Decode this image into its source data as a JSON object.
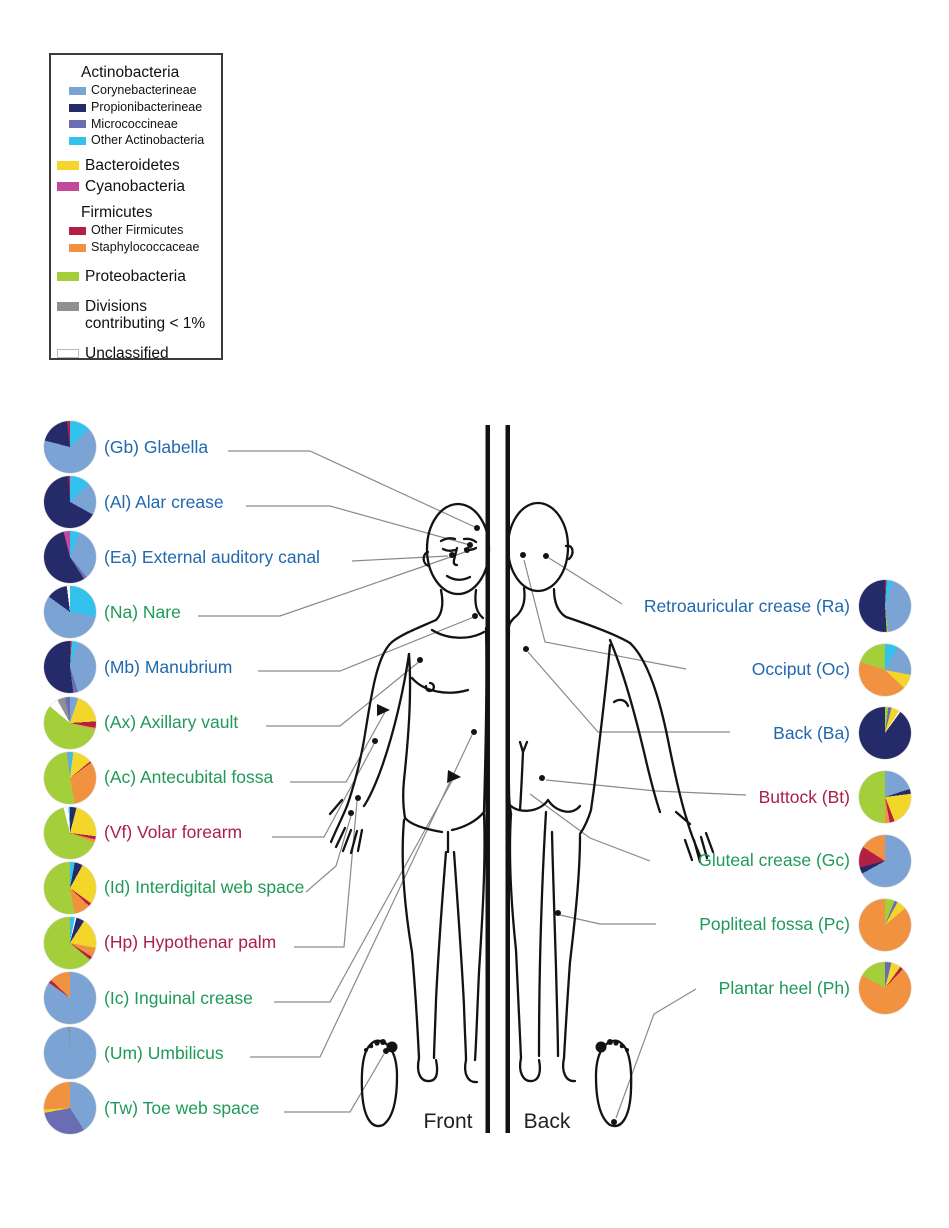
{
  "legend": {
    "items": [
      {
        "label": "Actinobacteria",
        "type": "header"
      },
      {
        "label": "Corynebacterineae",
        "color": "#7ba3d4"
      },
      {
        "label": "Propionibacterineae",
        "color": "#252a69"
      },
      {
        "label": "Micrococcineae",
        "color": "#6a6db3"
      },
      {
        "label": "Other Actinobacteria",
        "color": "#33c1ee"
      },
      {
        "label": "Bacteroidetes",
        "color": "#f4d62a"
      },
      {
        "label": "Cyanobacteria",
        "color": "#c2499c"
      },
      {
        "label": "Firmicutes",
        "type": "header"
      },
      {
        "label": "Other Firmicutes",
        "color": "#b22045"
      },
      {
        "label": "Staphylococcaceae",
        "color": "#f19240"
      },
      {
        "label": "Proteobacteria",
        "color": "#a4cf3b"
      },
      {
        "label": "Divisions contributing < 1%",
        "line1": "Divisions",
        "line2": "contributing < 1%",
        "color": "#8f9093"
      },
      {
        "label": "Unclassified",
        "color": "#ffffff"
      }
    ]
  },
  "taxa_colors": {
    "coryne": "#7ba3d4",
    "propio": "#252a69",
    "micro": "#6a6db3",
    "other_actino": "#33c1ee",
    "bacteroidetes": "#f4d62a",
    "cyano": "#c2499c",
    "other_firm": "#b22045",
    "staph": "#f19240",
    "proteo": "#a4cf3b",
    "lt1": "#8f9093",
    "unclassified": "#ffffff"
  },
  "label_palette": {
    "blue": "#2268ae",
    "green": "#1f9a58",
    "red": "#aa2146"
  },
  "figure": {
    "front_label": "Front",
    "back_label": "Back"
  },
  "chart_data": {
    "type": "pie",
    "note_units": "percent of community per body site",
    "sites": [
      {
        "code": "Gb",
        "display": "(Gb) Glabella",
        "column": "left",
        "category": "blue",
        "slices": [
          {
            "taxon": "other_actino",
            "pct": 13
          },
          {
            "taxon": "coryne",
            "pct": 66
          },
          {
            "taxon": "propio",
            "pct": 19
          },
          {
            "taxon": "other_firm",
            "pct": 2
          }
        ]
      },
      {
        "code": "Al",
        "display": "(Al) Alar crease",
        "column": "left",
        "category": "blue",
        "slices": [
          {
            "taxon": "other_actino",
            "pct": 13
          },
          {
            "taxon": "coryne",
            "pct": 20
          },
          {
            "taxon": "propio",
            "pct": 66
          },
          {
            "taxon": "other_firm",
            "pct": 1
          }
        ]
      },
      {
        "code": "Ea",
        "display": "(Ea) External auditory canal",
        "column": "left",
        "category": "blue",
        "slices": [
          {
            "taxon": "other_actino",
            "pct": 6
          },
          {
            "taxon": "coryne",
            "pct": 33
          },
          {
            "taxon": "micro",
            "pct": 2
          },
          {
            "taxon": "propio",
            "pct": 55
          },
          {
            "taxon": "cyano",
            "pct": 4
          }
        ]
      },
      {
        "code": "Na",
        "display": "(Na) Nare",
        "column": "left",
        "category": "green",
        "slices": [
          {
            "taxon": "other_actino",
            "pct": 28
          },
          {
            "taxon": "coryne",
            "pct": 57
          },
          {
            "taxon": "propio",
            "pct": 13
          },
          {
            "taxon": "unclassified",
            "pct": 2
          }
        ]
      },
      {
        "code": "Mb",
        "display": "(Mb) Manubrium",
        "column": "left",
        "category": "blue",
        "slices": [
          {
            "taxon": "other_firm",
            "pct": 1
          },
          {
            "taxon": "other_actino",
            "pct": 4
          },
          {
            "taxon": "coryne",
            "pct": 40
          },
          {
            "taxon": "micro",
            "pct": 3
          },
          {
            "taxon": "propio",
            "pct": 52
          }
        ]
      },
      {
        "code": "Ax",
        "display": "(Ax) Axillary vault",
        "column": "left",
        "category": "green",
        "slices": [
          {
            "taxon": "coryne",
            "pct": 5
          },
          {
            "taxon": "bacteroidetes",
            "pct": 19
          },
          {
            "taxon": "other_firm",
            "pct": 4
          },
          {
            "taxon": "staph",
            "pct": 1
          },
          {
            "taxon": "proteo",
            "pct": 57
          },
          {
            "taxon": "unclassified",
            "pct": 6
          },
          {
            "taxon": "lt1",
            "pct": 5
          },
          {
            "taxon": "micro",
            "pct": 3
          }
        ]
      },
      {
        "code": "Ac",
        "display": "(Ac) Antecubital fossa",
        "column": "left",
        "category": "green",
        "slices": [
          {
            "taxon": "other_actino",
            "pct": 2
          },
          {
            "taxon": "bacteroidetes",
            "pct": 12
          },
          {
            "taxon": "other_firm",
            "pct": 1
          },
          {
            "taxon": "staph",
            "pct": 32
          },
          {
            "taxon": "proteo",
            "pct": 51
          },
          {
            "taxon": "coryne",
            "pct": 2
          }
        ]
      },
      {
        "code": "Vf",
        "display": "(Vf) Volar forearm",
        "column": "left",
        "category": "red",
        "slices": [
          {
            "taxon": "propio",
            "pct": 4
          },
          {
            "taxon": "bacteroidetes",
            "pct": 23
          },
          {
            "taxon": "other_firm",
            "pct": 2
          },
          {
            "taxon": "staph",
            "pct": 2
          },
          {
            "taxon": "proteo",
            "pct": 65
          },
          {
            "taxon": "unclassified",
            "pct": 3
          },
          {
            "taxon": "other_actino",
            "pct": 1
          }
        ]
      },
      {
        "code": "Id",
        "display": "(Id) Interdigital web space",
        "column": "left",
        "category": "green",
        "slices": [
          {
            "taxon": "other_actino",
            "pct": 3
          },
          {
            "taxon": "propio",
            "pct": 5
          },
          {
            "taxon": "bacteroidetes",
            "pct": 27
          },
          {
            "taxon": "other_firm",
            "pct": 2
          },
          {
            "taxon": "staph",
            "pct": 10
          },
          {
            "taxon": "proteo",
            "pct": 53
          }
        ]
      },
      {
        "code": "Hp",
        "display": "(Hp) Hypothenar palm",
        "column": "left",
        "category": "red",
        "slices": [
          {
            "taxon": "other_actino",
            "pct": 3
          },
          {
            "taxon": "unclassified",
            "pct": 1
          },
          {
            "taxon": "propio",
            "pct": 5
          },
          {
            "taxon": "bacteroidetes",
            "pct": 19
          },
          {
            "taxon": "staph",
            "pct": 6
          },
          {
            "taxon": "other_firm",
            "pct": 2
          },
          {
            "taxon": "proteo",
            "pct": 64
          }
        ]
      },
      {
        "code": "Ic",
        "display": "(Ic) Inguinal crease",
        "column": "left",
        "category": "green",
        "slices": [
          {
            "taxon": "coryne",
            "pct": 85
          },
          {
            "taxon": "other_firm",
            "pct": 2
          },
          {
            "taxon": "staph",
            "pct": 13
          }
        ]
      },
      {
        "code": "Um",
        "display": "(Um) Umbilicus",
        "column": "left",
        "category": "green",
        "slices": [
          {
            "taxon": "coryne",
            "pct": 99
          },
          {
            "taxon": "lt1",
            "pct": 1
          }
        ]
      },
      {
        "code": "Tw",
        "display": "(Tw) Toe web space",
        "column": "left",
        "category": "green",
        "slices": [
          {
            "taxon": "coryne",
            "pct": 41
          },
          {
            "taxon": "micro",
            "pct": 31
          },
          {
            "taxon": "bacteroidetes",
            "pct": 2
          },
          {
            "taxon": "staph",
            "pct": 26
          }
        ]
      },
      {
        "code": "Ra",
        "display": "Retroauricular crease (Ra)",
        "column": "right",
        "category": "blue",
        "slices": [
          {
            "taxon": "other_firm",
            "pct": 1
          },
          {
            "taxon": "other_actino",
            "pct": 4
          },
          {
            "taxon": "coryne",
            "pct": 43
          },
          {
            "taxon": "proteo",
            "pct": 1
          },
          {
            "taxon": "propio",
            "pct": 51
          }
        ]
      },
      {
        "code": "Oc",
        "display": "Occiput (Oc)",
        "column": "right",
        "category": "blue",
        "slices": [
          {
            "taxon": "other_actino",
            "pct": 8
          },
          {
            "taxon": "coryne",
            "pct": 20
          },
          {
            "taxon": "bacteroidetes",
            "pct": 9
          },
          {
            "taxon": "staph",
            "pct": 43
          },
          {
            "taxon": "proteo",
            "pct": 20
          }
        ]
      },
      {
        "code": "Ba",
        "display": "Back (Ba)",
        "column": "right",
        "category": "blue",
        "slices": [
          {
            "taxon": "proteo",
            "pct": 2
          },
          {
            "taxon": "micro",
            "pct": 2
          },
          {
            "taxon": "bacteroidetes",
            "pct": 5
          },
          {
            "taxon": "unclassified",
            "pct": 1
          },
          {
            "taxon": "propio",
            "pct": 90
          }
        ]
      },
      {
        "code": "Bt",
        "display": "Buttock (Bt)",
        "column": "right",
        "category": "red",
        "slices": [
          {
            "taxon": "coryne",
            "pct": 20
          },
          {
            "taxon": "propio",
            "pct": 3
          },
          {
            "taxon": "bacteroidetes",
            "pct": 21
          },
          {
            "taxon": "other_firm",
            "pct": 3
          },
          {
            "taxon": "staph",
            "pct": 3
          },
          {
            "taxon": "proteo",
            "pct": 50
          }
        ]
      },
      {
        "code": "Gc",
        "display": "Gluteal crease (Gc)",
        "column": "right",
        "category": "green",
        "slices": [
          {
            "taxon": "coryne",
            "pct": 67
          },
          {
            "taxon": "propio",
            "pct": 4
          },
          {
            "taxon": "other_firm",
            "pct": 13
          },
          {
            "taxon": "staph",
            "pct": 16
          }
        ]
      },
      {
        "code": "Pc",
        "display": "Popliteal fossa (Pc)",
        "column": "right",
        "category": "green",
        "slices": [
          {
            "taxon": "proteo",
            "pct": 6
          },
          {
            "taxon": "micro",
            "pct": 2
          },
          {
            "taxon": "bacteroidetes",
            "pct": 6
          },
          {
            "taxon": "staph",
            "pct": 86
          }
        ]
      },
      {
        "code": "Ph",
        "display": "Plantar heel (Ph)",
        "column": "right",
        "category": "green",
        "slices": [
          {
            "taxon": "micro",
            "pct": 4
          },
          {
            "taxon": "bacteroidetes",
            "pct": 6
          },
          {
            "taxon": "other_firm",
            "pct": 2
          },
          {
            "taxon": "staph",
            "pct": 71
          },
          {
            "taxon": "proteo",
            "pct": 17
          }
        ]
      }
    ]
  }
}
